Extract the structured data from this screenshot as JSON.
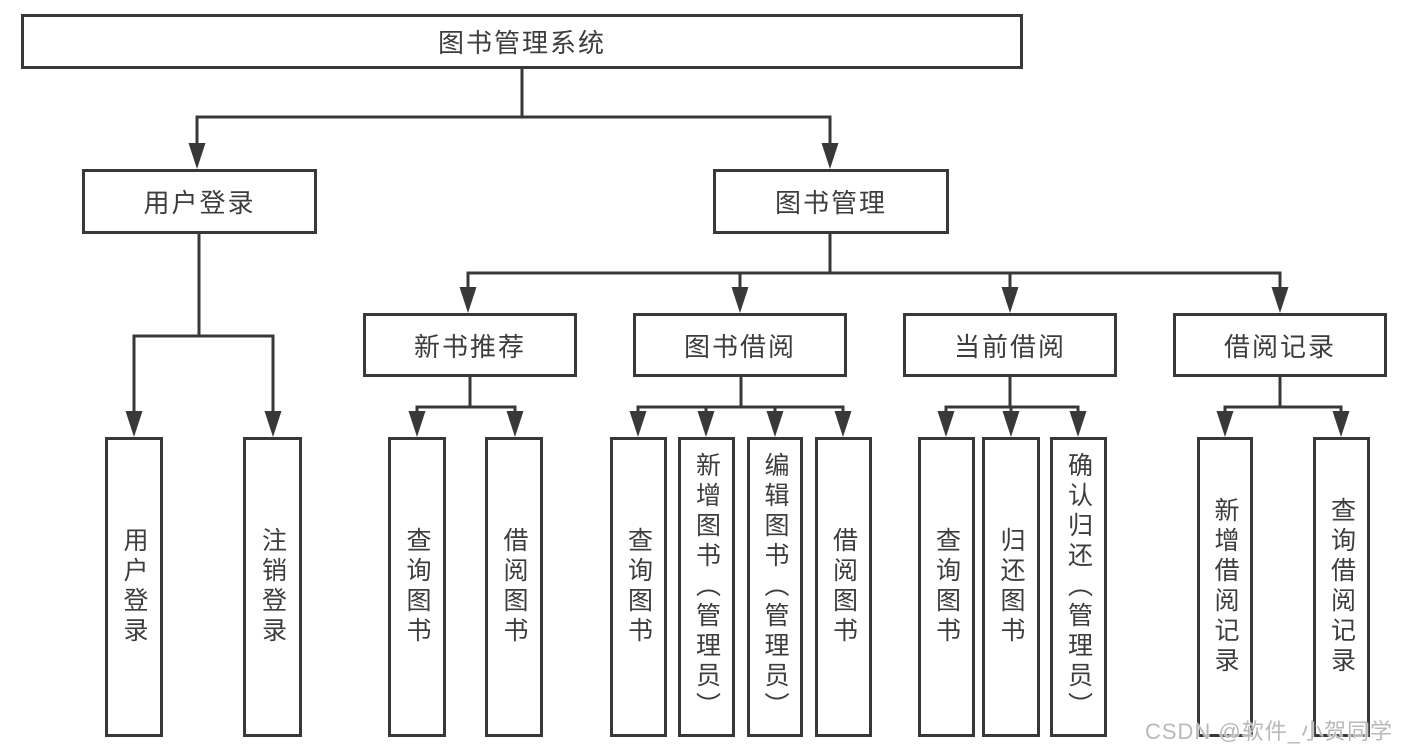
{
  "tree": {
    "root": "图书管理系统",
    "branches": [
      {
        "label": "用户登录",
        "children": [
          "用户登录",
          "注销登录"
        ]
      },
      {
        "label": "图书管理",
        "sections": [
          {
            "label": "新书推荐",
            "children": [
              "查询图书",
              "借阅图书"
            ]
          },
          {
            "label": "图书借阅",
            "children": [
              "查询图书",
              "新增图书（管理员）",
              "编辑图书（管理员）",
              "借阅图书"
            ]
          },
          {
            "label": "当前借阅",
            "children": [
              "查询图书",
              "归还图书",
              "确认归还（管理员）"
            ]
          },
          {
            "label": "借阅记录",
            "children": [
              "新增借阅记录",
              "查询借阅记录"
            ]
          }
        ]
      }
    ]
  },
  "watermark": {
    "text": "CSDN @软件_小贺同学"
  },
  "colors": {
    "line": "#383838",
    "box_border": "#383838",
    "text": "#3d3d3d",
    "watermark": "#b9b9b9",
    "background": "#ffffff"
  }
}
